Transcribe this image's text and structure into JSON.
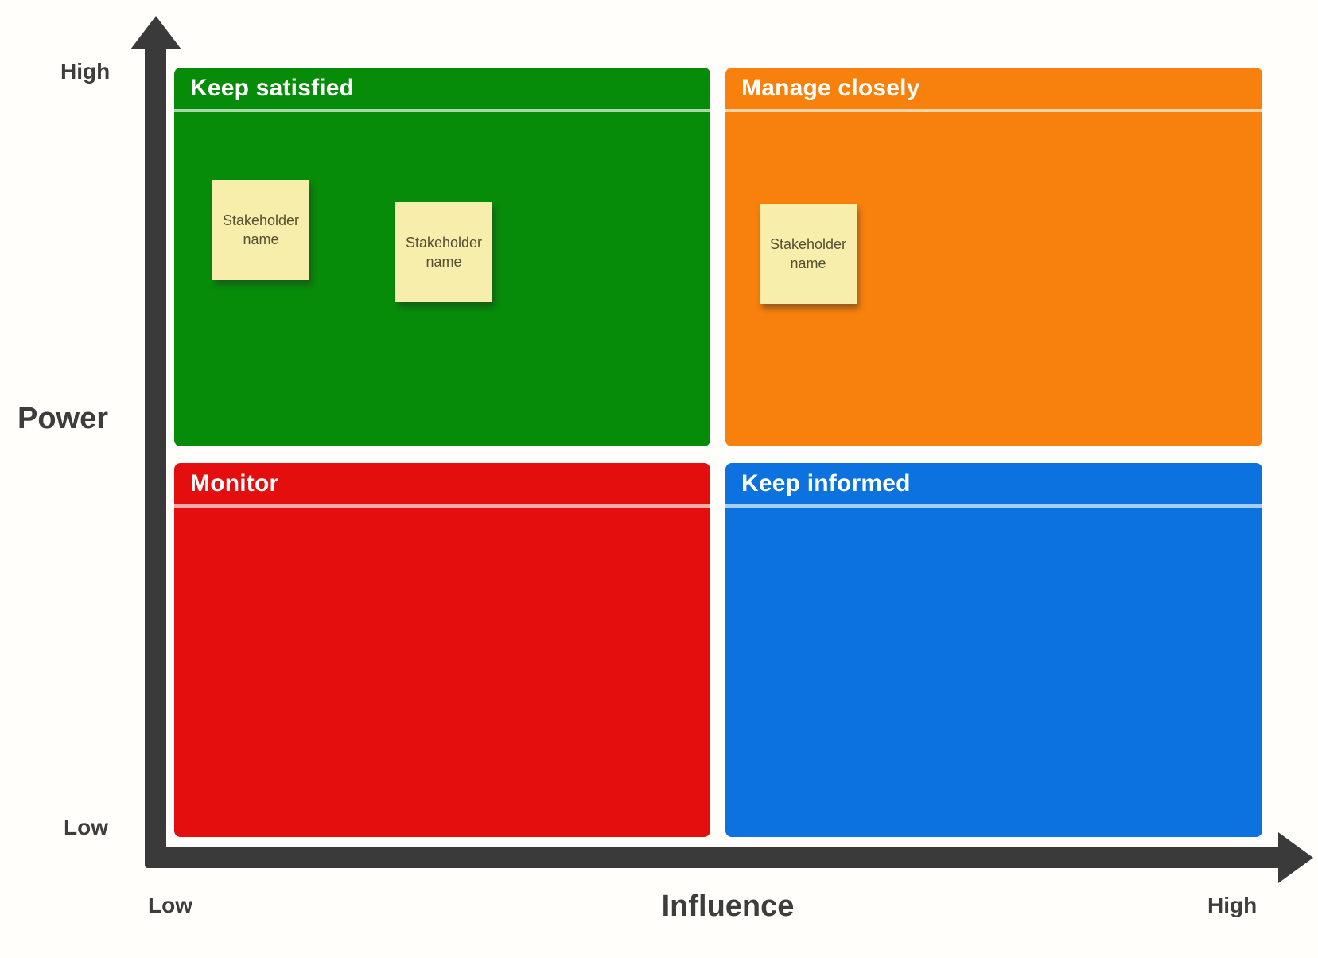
{
  "diagram": {
    "kind": "stakeholder-power-influence-matrix"
  },
  "axes": {
    "y": {
      "label": "Power",
      "high_tick": "High",
      "low_tick": "Low"
    },
    "x": {
      "label": "Influence",
      "low_tick": "Low",
      "high_tick": "High"
    }
  },
  "quadrants": [
    {
      "key": "keep-satisfied",
      "label": "Keep satisfied",
      "position": "top-left",
      "color": "#078c0a",
      "notes": [
        {
          "text": "Stakeholder name"
        },
        {
          "text": "Stakeholder name"
        }
      ]
    },
    {
      "key": "manage-closely",
      "label": "Manage closely",
      "position": "top-right",
      "color": "#f8810d",
      "notes": [
        {
          "text": "Stakeholder name"
        }
      ]
    },
    {
      "key": "monitor",
      "label": "Monitor",
      "position": "bottom-left",
      "color": "#e50e0e",
      "notes": []
    },
    {
      "key": "keep-informed",
      "label": "Keep informed",
      "position": "bottom-right",
      "color": "#0b72e0",
      "notes": []
    }
  ],
  "colors": {
    "keep_satisfied": "#078c0a",
    "manage_closely": "#f8810d",
    "monitor": "#e50e0e",
    "keep_informed": "#0b72e0",
    "sticky_note": "#f8eeab",
    "sticky_text": "#564f33",
    "axis": "#3a3a3a",
    "header_text": "#ffffff",
    "axis_label_text": "#3d3d3d"
  }
}
